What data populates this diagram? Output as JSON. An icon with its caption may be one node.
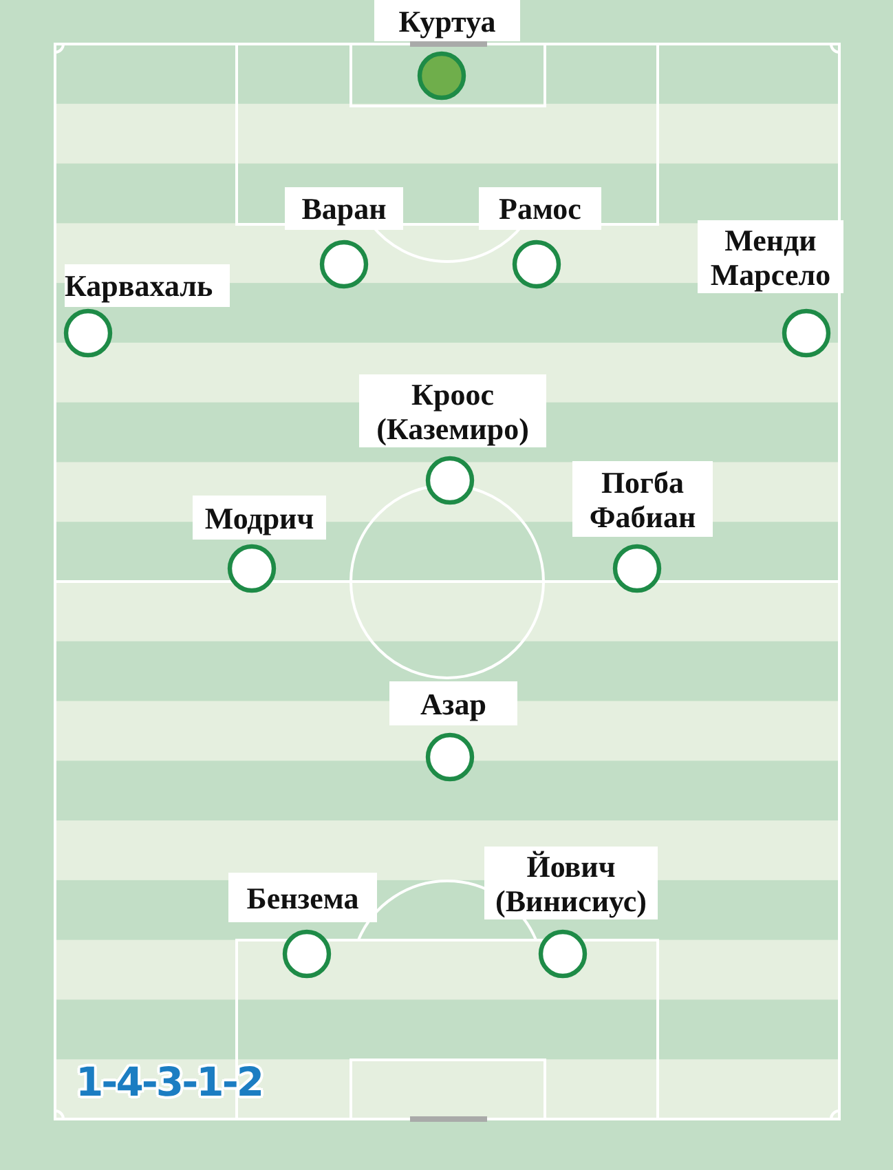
{
  "diagram": {
    "nodes": [
      {
        "text": [
          "Куртуа"
        ]
      },
      {
        "text": [
          "Карвахаль"
        ]
      },
      {
        "text": [
          "Варан"
        ]
      },
      {
        "text": [
          "Рамос"
        ]
      },
      {
        "text": [
          "Менди Марсело"
        ]
      },
      {
        "text": [
          "Модрич"
        ]
      },
      {
        "text": [
          "Кроос (Каземиро)"
        ]
      },
      {
        "text": [
          "Погба Фабиан"
        ]
      },
      {
        "text": [
          "Азар"
        ]
      },
      {
        "text": [
          "Бензема"
        ]
      },
      {
        "text": [
          "Йович (Винисиус)"
        ]
      }
    ],
    "labels": [
      "1-4-3-1-2"
    ]
  }
}
